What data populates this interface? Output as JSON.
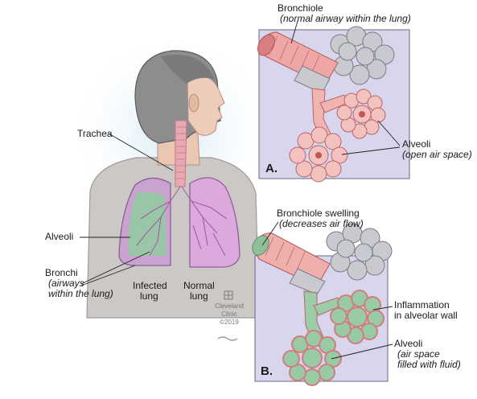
{
  "labels": {
    "trachea": "Trachea",
    "alveoli_left": "Alveoli",
    "bronchi": "Bronchi",
    "bronchi_sub1": "(airways",
    "bronchi_sub2": "within the lung)",
    "infected_lung_1": "Infected",
    "infected_lung_2": "lung",
    "normal_lung_1": "Normal",
    "normal_lung_2": "lung"
  },
  "panel_a": {
    "letter": "A.",
    "bronchiole_title": "Bronchiole",
    "bronchiole_sub": "(normal airway within the lung)",
    "alveoli_title": "Alveoli",
    "alveoli_sub": "(open air space)"
  },
  "panel_b": {
    "letter": "B.",
    "swelling_title": "Bronchiole swelling",
    "swelling_sub": "(decreases air flow)",
    "inflammation_1": "Inflammation",
    "inflammation_2": "in alveolar wall",
    "alveoli_title": "Alveoli",
    "alveoli_sub1": "(air space",
    "alveoli_sub2": "filled with fluid)"
  },
  "watermark": {
    "line1": "Cleveland",
    "line2": "Clinic",
    "line3": "©2019"
  },
  "colors": {
    "panel_bg": "#d8d4ec",
    "airway_pink": "#e8a3a1",
    "airway_dark": "#c96f73",
    "normal_alveoli_grey": "#c8c9cf",
    "infected_green": "#8fc9a0",
    "lung_purple": "#d7a6d6",
    "shirt_grey": "#c9c6c3",
    "hair_grey": "#8a8a8a"
  }
}
